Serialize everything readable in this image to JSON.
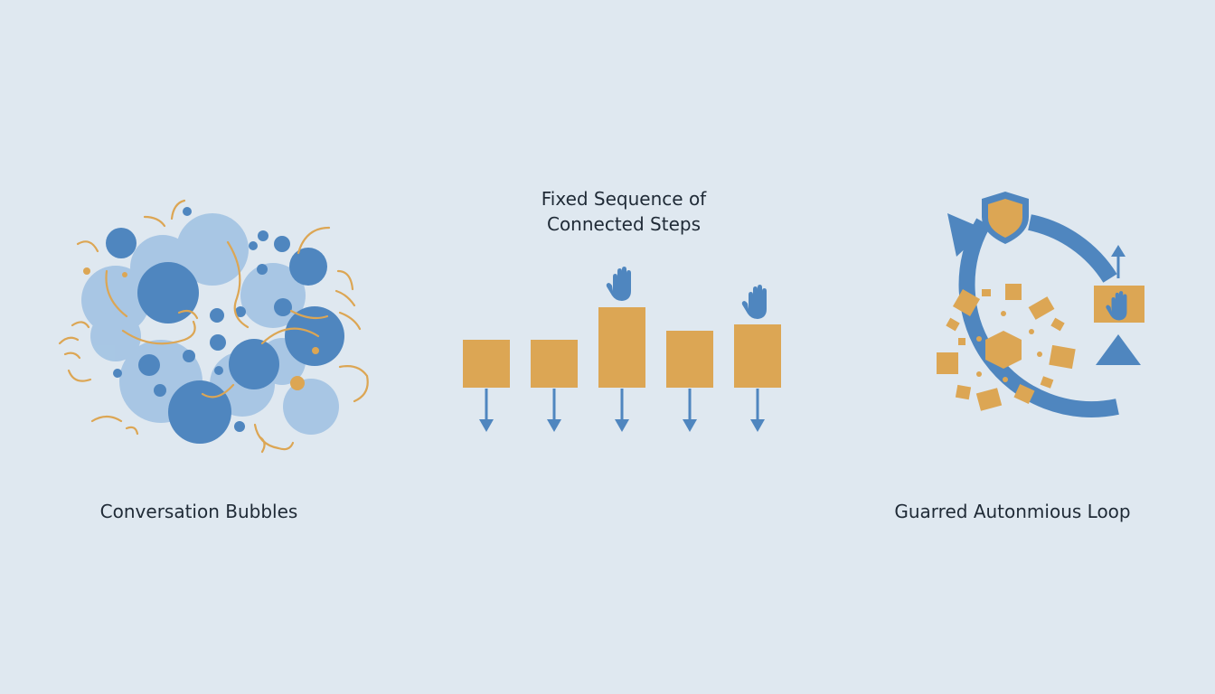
{
  "panels": {
    "left": {
      "caption": "Conversation Bubbles"
    },
    "middle": {
      "caption_line1": "Fixed Sequence of",
      "caption_line2": "Connected Steps"
    },
    "right": {
      "caption": "Guarred Autonmious Loop"
    }
  },
  "colors": {
    "background": "#dfe8f0",
    "blue_dark": "#4f86bf",
    "blue_light": "#9fc1e2",
    "orange": "#dca654",
    "text": "#1f2a36"
  },
  "icons": [
    "hand-stop-icon",
    "shield-icon",
    "down-arrow-icon",
    "up-arrow-icon"
  ]
}
